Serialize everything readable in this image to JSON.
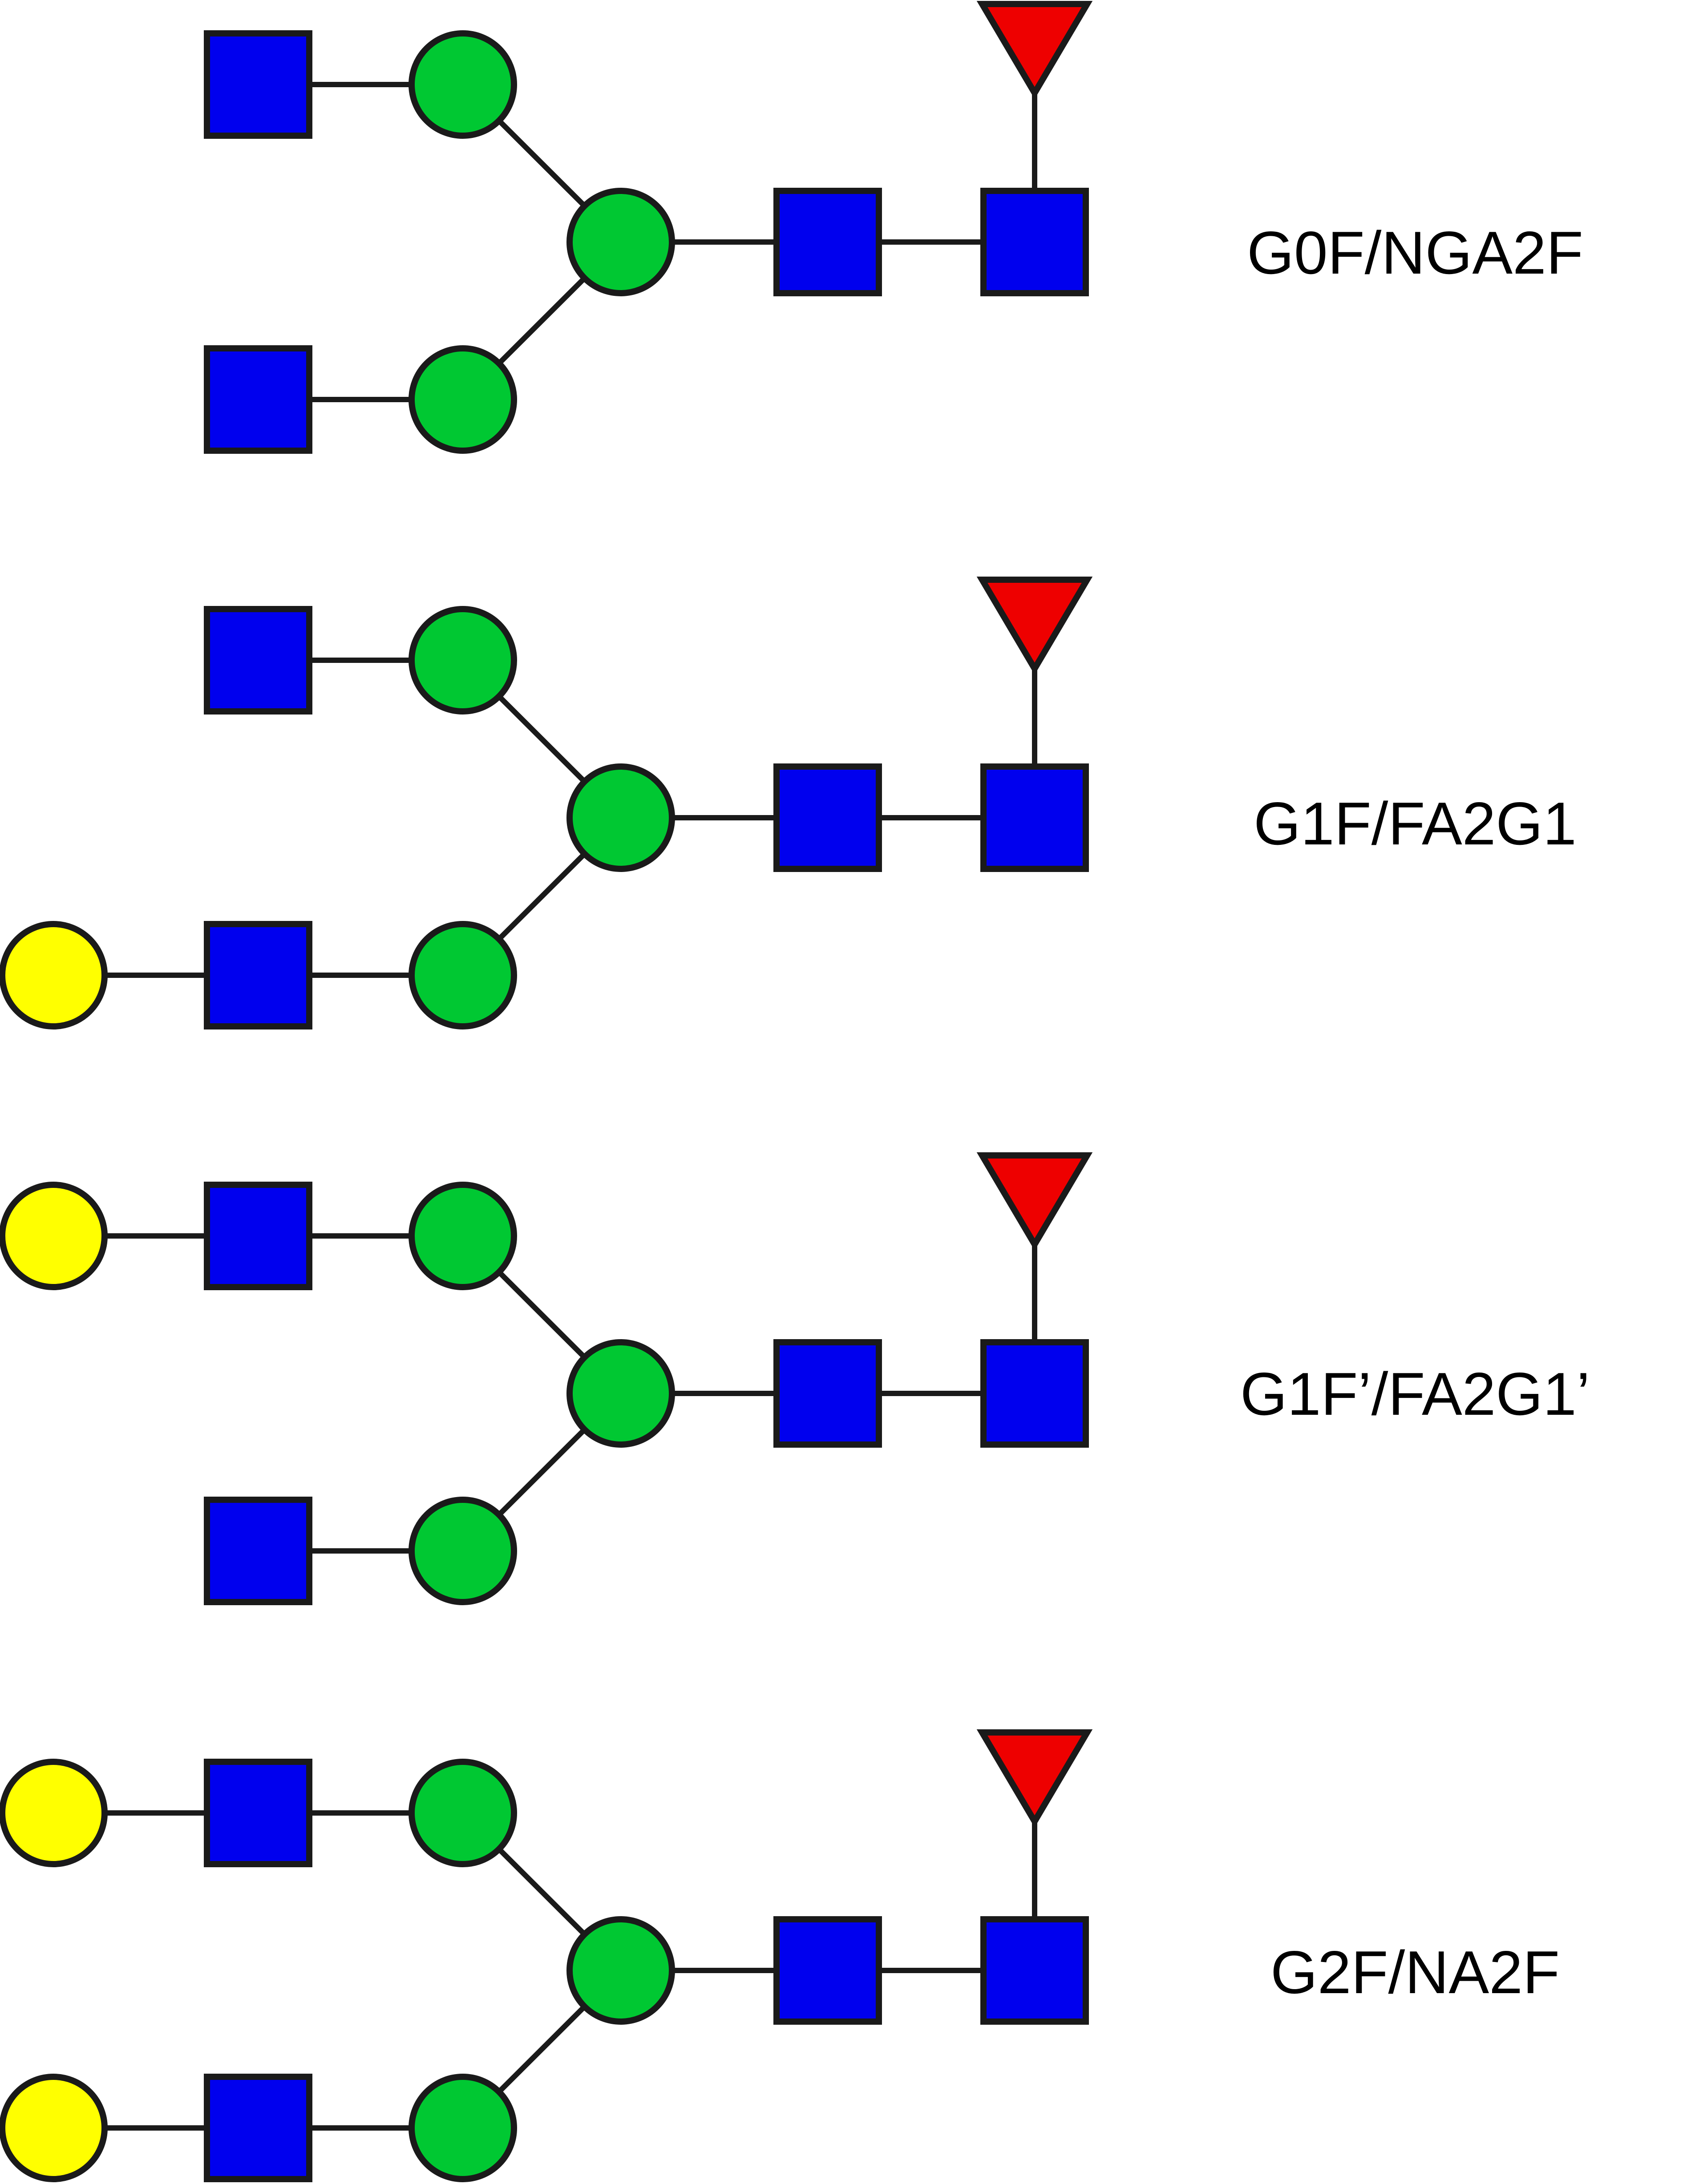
{
  "symbol_colors": {
    "glcnac_square": "#0000ee",
    "mannose_circle": "#00c832",
    "galactose_circle": "#ffff00",
    "fucose_triangle": "#ee0000",
    "outline": "#1a1a1a"
  },
  "glycans": [
    {
      "label": "G0F/NGA2F",
      "upper_arm": [
        "glcnac"
      ],
      "lower_arm": [
        "glcnac"
      ],
      "core_fucose": true
    },
    {
      "label": "G1F/FA2G1",
      "upper_arm": [
        "glcnac"
      ],
      "lower_arm": [
        "galactose",
        "glcnac"
      ],
      "core_fucose": true
    },
    {
      "label": "G1F’/FA2G1’",
      "upper_arm": [
        "galactose",
        "glcnac"
      ],
      "lower_arm": [
        "glcnac"
      ],
      "core_fucose": true
    },
    {
      "label": "G2F/NA2F",
      "upper_arm": [
        "galactose",
        "glcnac"
      ],
      "lower_arm": [
        "galactose",
        "glcnac"
      ],
      "core_fucose": true
    }
  ]
}
